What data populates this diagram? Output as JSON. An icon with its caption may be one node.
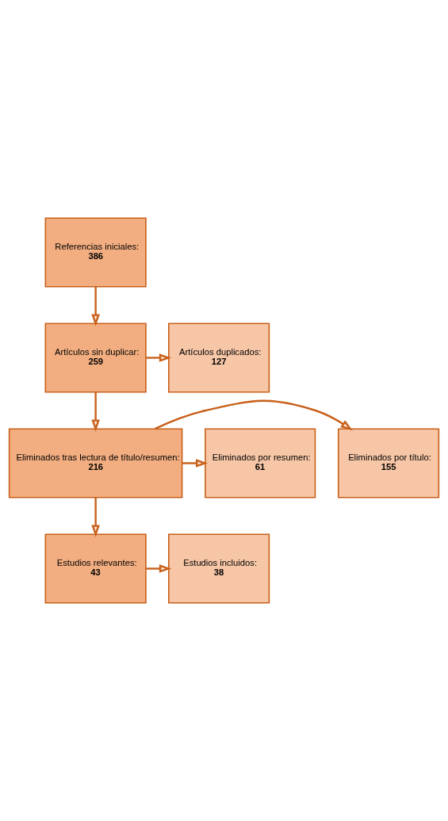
{
  "diagram": {
    "nodes": [
      {
        "text": [
          "Referencias iniciales:",
          "386"
        ]
      },
      {
        "text": [
          "Artículos sin duplicar:",
          "259"
        ]
      },
      {
        "text": [
          "Artículos duplicados:",
          "127"
        ]
      },
      {
        "text": [
          "Eliminados tras lectura de título/resumen:",
          "216"
        ]
      },
      {
        "text": [
          "Eliminados por título:",
          "155"
        ]
      },
      {
        "text": [
          "Eliminados por resumen:",
          "61"
        ]
      },
      {
        "text": [
          "Estudios relevantes:",
          "43"
        ]
      },
      {
        "text": [
          "Estudios incluidos:",
          "38"
        ]
      }
    ],
    "edges": [
      {
        "from": 0,
        "to": 1,
        "arrow": "to"
      },
      {
        "from": 1,
        "to": 2,
        "arrow": "to"
      },
      {
        "from": 1,
        "to": 3,
        "arrow": "to"
      },
      {
        "from": 3,
        "to": 4,
        "arrow": "to"
      },
      {
        "from": 3,
        "to": 5,
        "arrow": "to"
      },
      {
        "from": 3,
        "to": 6,
        "arrow": "to"
      },
      {
        "from": 6,
        "to": 7,
        "arrow": "to"
      }
    ]
  }
}
